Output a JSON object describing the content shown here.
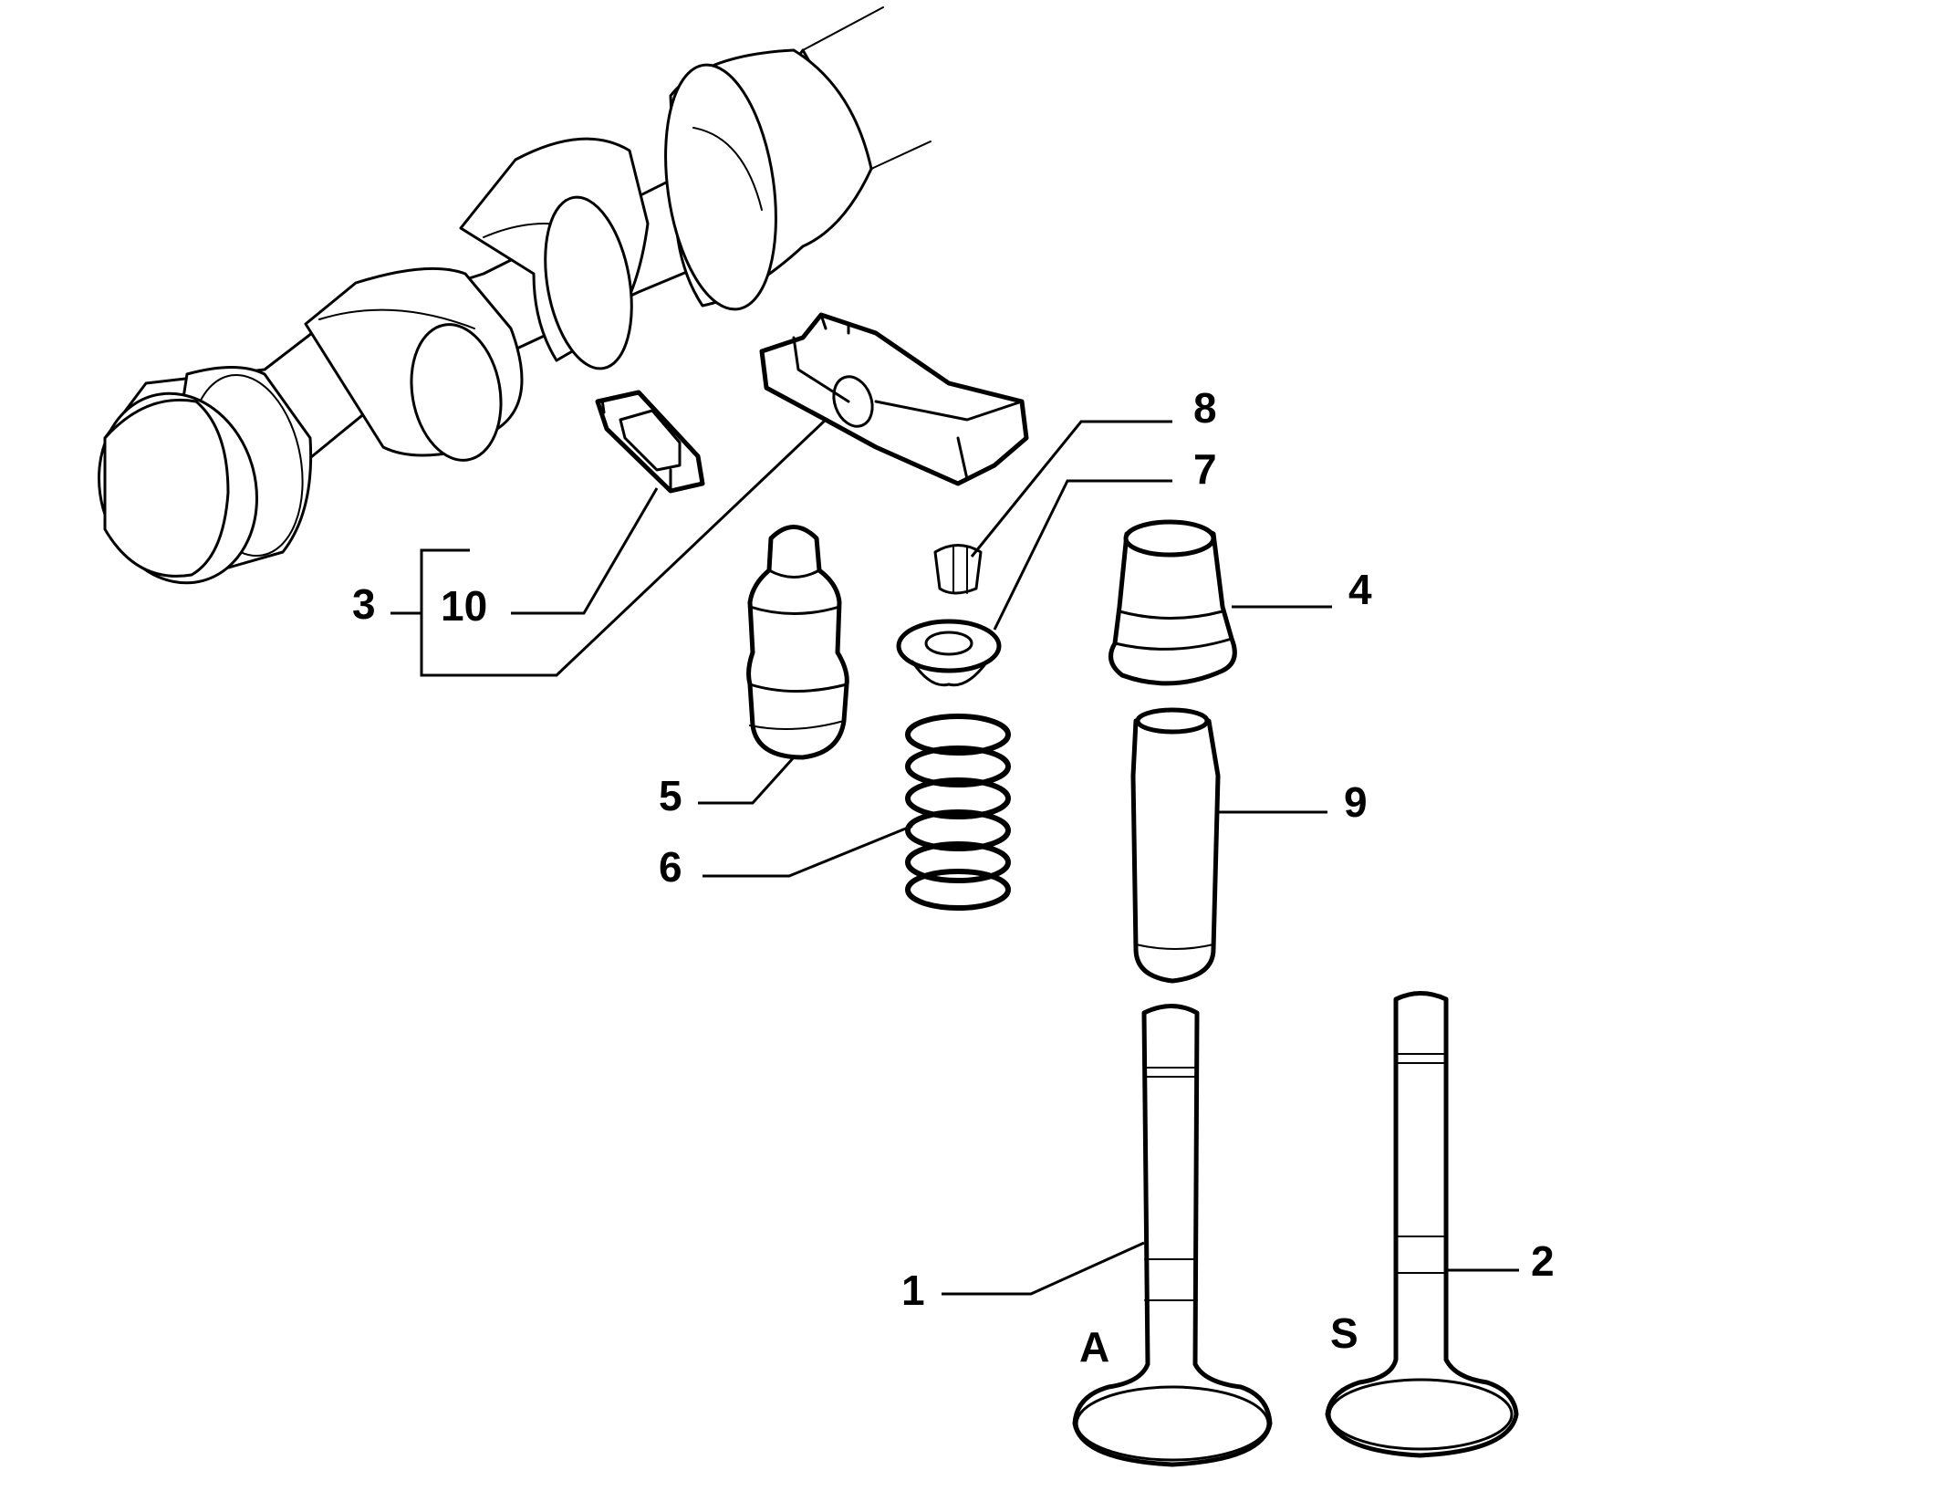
{
  "callouts": {
    "c1": "1",
    "c2": "2",
    "c3": "3",
    "c4": "4",
    "c5": "5",
    "c6": "6",
    "c7": "7",
    "c8": "8",
    "c9": "9",
    "c10": "10",
    "A": "A",
    "S": "S"
  }
}
